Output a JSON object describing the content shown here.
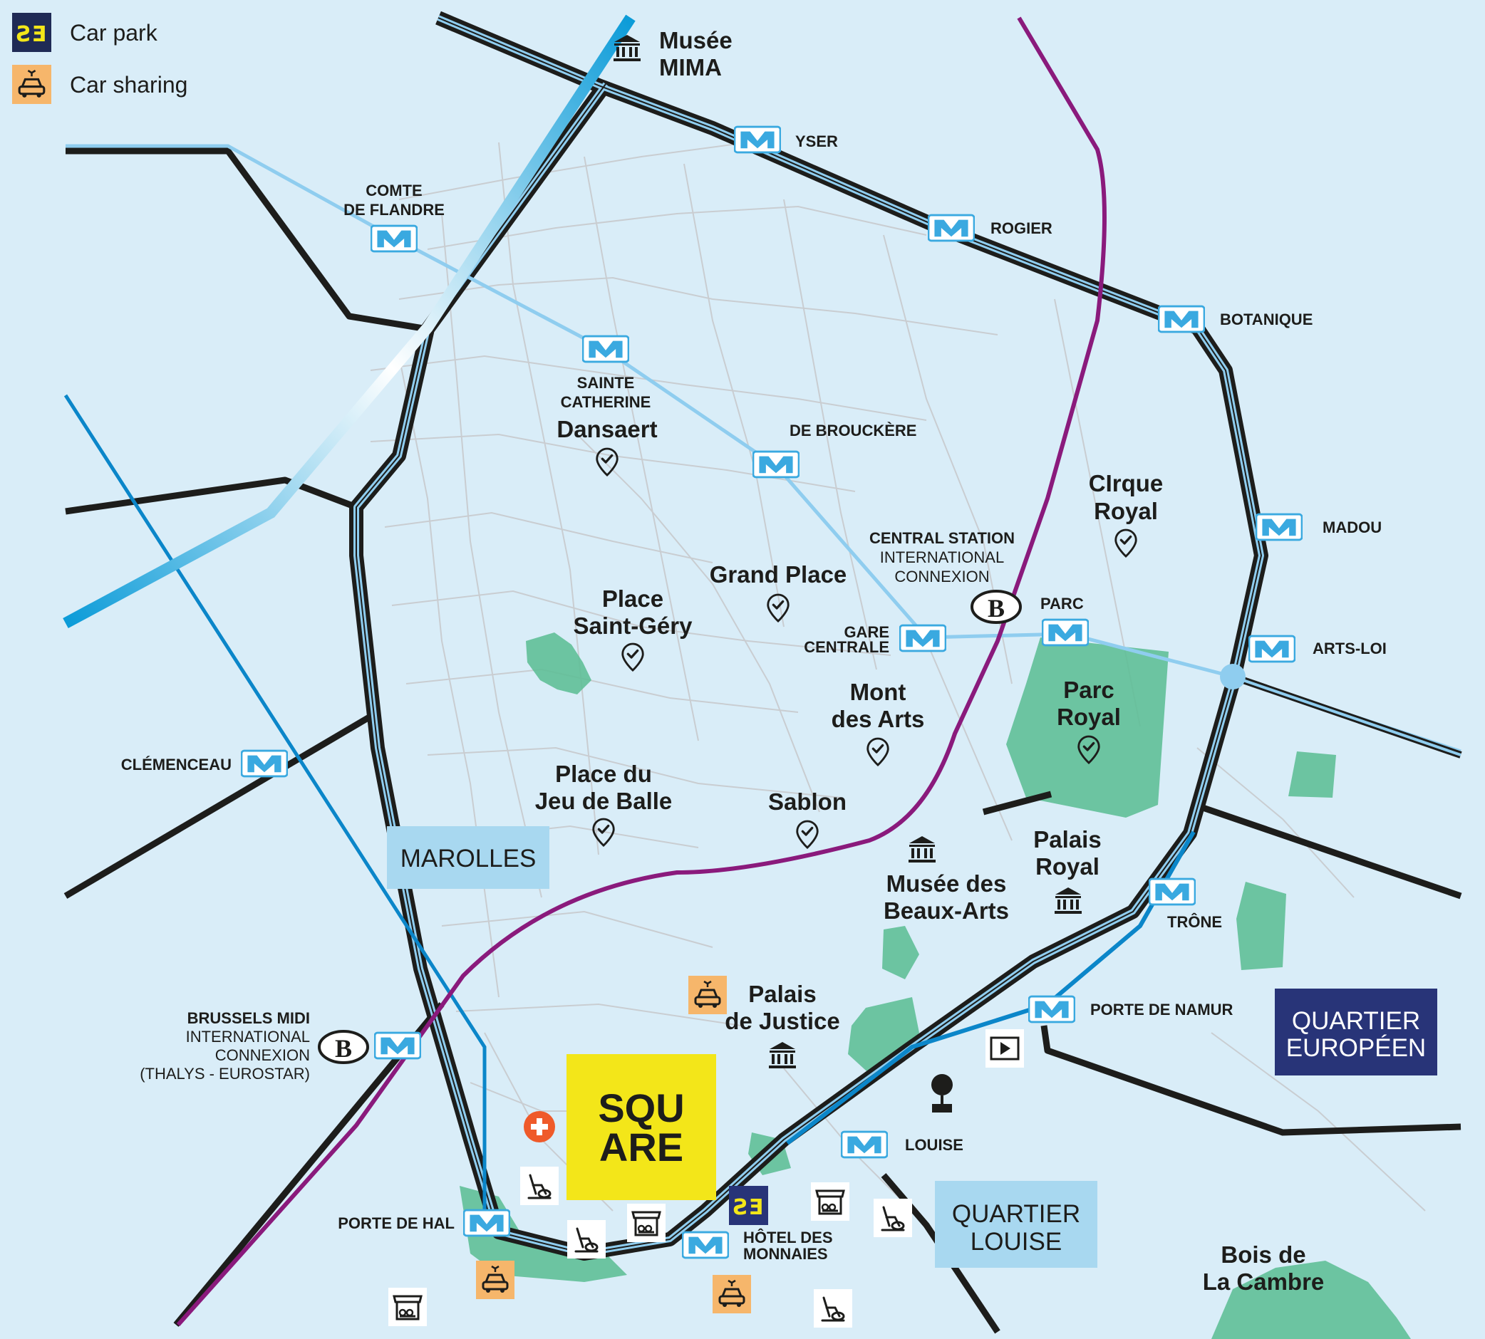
{
  "legend": [
    {
      "label": "Car park",
      "icon": "car-park-icon",
      "color": "#1f2a55"
    },
    {
      "label": "Car sharing",
      "icon": "car-sharing-icon",
      "color": "#f6b66b"
    }
  ],
  "metro_stations": {
    "yser": "YSER",
    "rogier": "ROGIER",
    "botanique": "BOTANIQUE",
    "madou": "MADOU",
    "arts_loi": "ARTS-LOI",
    "parc": "PARC",
    "gare_centrale_1": "GARE",
    "gare_centrale_2": "CENTRALE",
    "de_brouckere": "DE BROUCKÈRE",
    "sainte_catherine_1": "SAINTE",
    "sainte_catherine_2": "CATHERINE",
    "comte_de_flandre_1": "COMTE",
    "comte_de_flandre_2": "DE FLANDRE",
    "clemenceau": "CLÉMENCEAU",
    "trone": "TRÔNE",
    "porte_de_namur": "PORTE DE NAMUR",
    "louise": "LOUISE",
    "porte_de_hal": "PORTE DE HAL",
    "hotel_des_monnaies_1": "HÔTEL DES",
    "hotel_des_monnaies_2": "MONNAIES"
  },
  "train_stations": {
    "central_1": "CENTRAL STATION",
    "central_2": "INTERNATIONAL",
    "central_3": "CONNEXION",
    "midi_1": "BRUSSELS MIDI",
    "midi_2": "INTERNATIONAL",
    "midi_3": "CONNEXION",
    "midi_4": "(THALYS - EUROSTAR)",
    "symbol": "B"
  },
  "places": {
    "musee_mima_1": "Musée",
    "musee_mima_2": "MIMA",
    "dansaert": "Dansaert",
    "cirque_royal_1": "CIrque",
    "cirque_royal_2": "Royal",
    "grand_place": "Grand Place",
    "saint_gery_1": "Place",
    "saint_gery_2": "Saint-Géry",
    "parc_royal_1": "Parc",
    "parc_royal_2": "Royal",
    "mont_des_arts_1": "Mont",
    "mont_des_arts_2": "des Arts",
    "jeu_de_balle_1": "Place du",
    "jeu_de_balle_2": "Jeu de Balle",
    "sablon": "Sablon",
    "palais_royal_1": "Palais",
    "palais_royal_2": "Royal",
    "beaux_arts_1": "Musée des",
    "beaux_arts_2": "Beaux-Arts",
    "palais_justice_1": "Palais",
    "palais_justice_2": "de Justice",
    "bois_cambre_1": "Bois de",
    "bois_cambre_2": "La Cambre"
  },
  "districts": {
    "marolles": "MAROLLES",
    "quartier_louise_1": "QUARTIER",
    "quartier_louise_2": "LOUISE",
    "quartier_europeen_1": "QUARTIER",
    "quartier_europeen_2": "EUROPÉEN"
  },
  "square": {
    "line1": "SQU",
    "line2": "ARE",
    "color": "#f3e619"
  },
  "metro_symbol": "M",
  "car_park_symbol": "ƧƎ",
  "colors": {
    "background": "#d9edf8",
    "ring": "#1d1d1b",
    "metro_line": "#0b86c9",
    "metro_light": "#8fcdef",
    "rail": "#8a1a7c",
    "park": "#5fbf97",
    "district_box": "#a8d8f0",
    "european_box": "#283478"
  }
}
